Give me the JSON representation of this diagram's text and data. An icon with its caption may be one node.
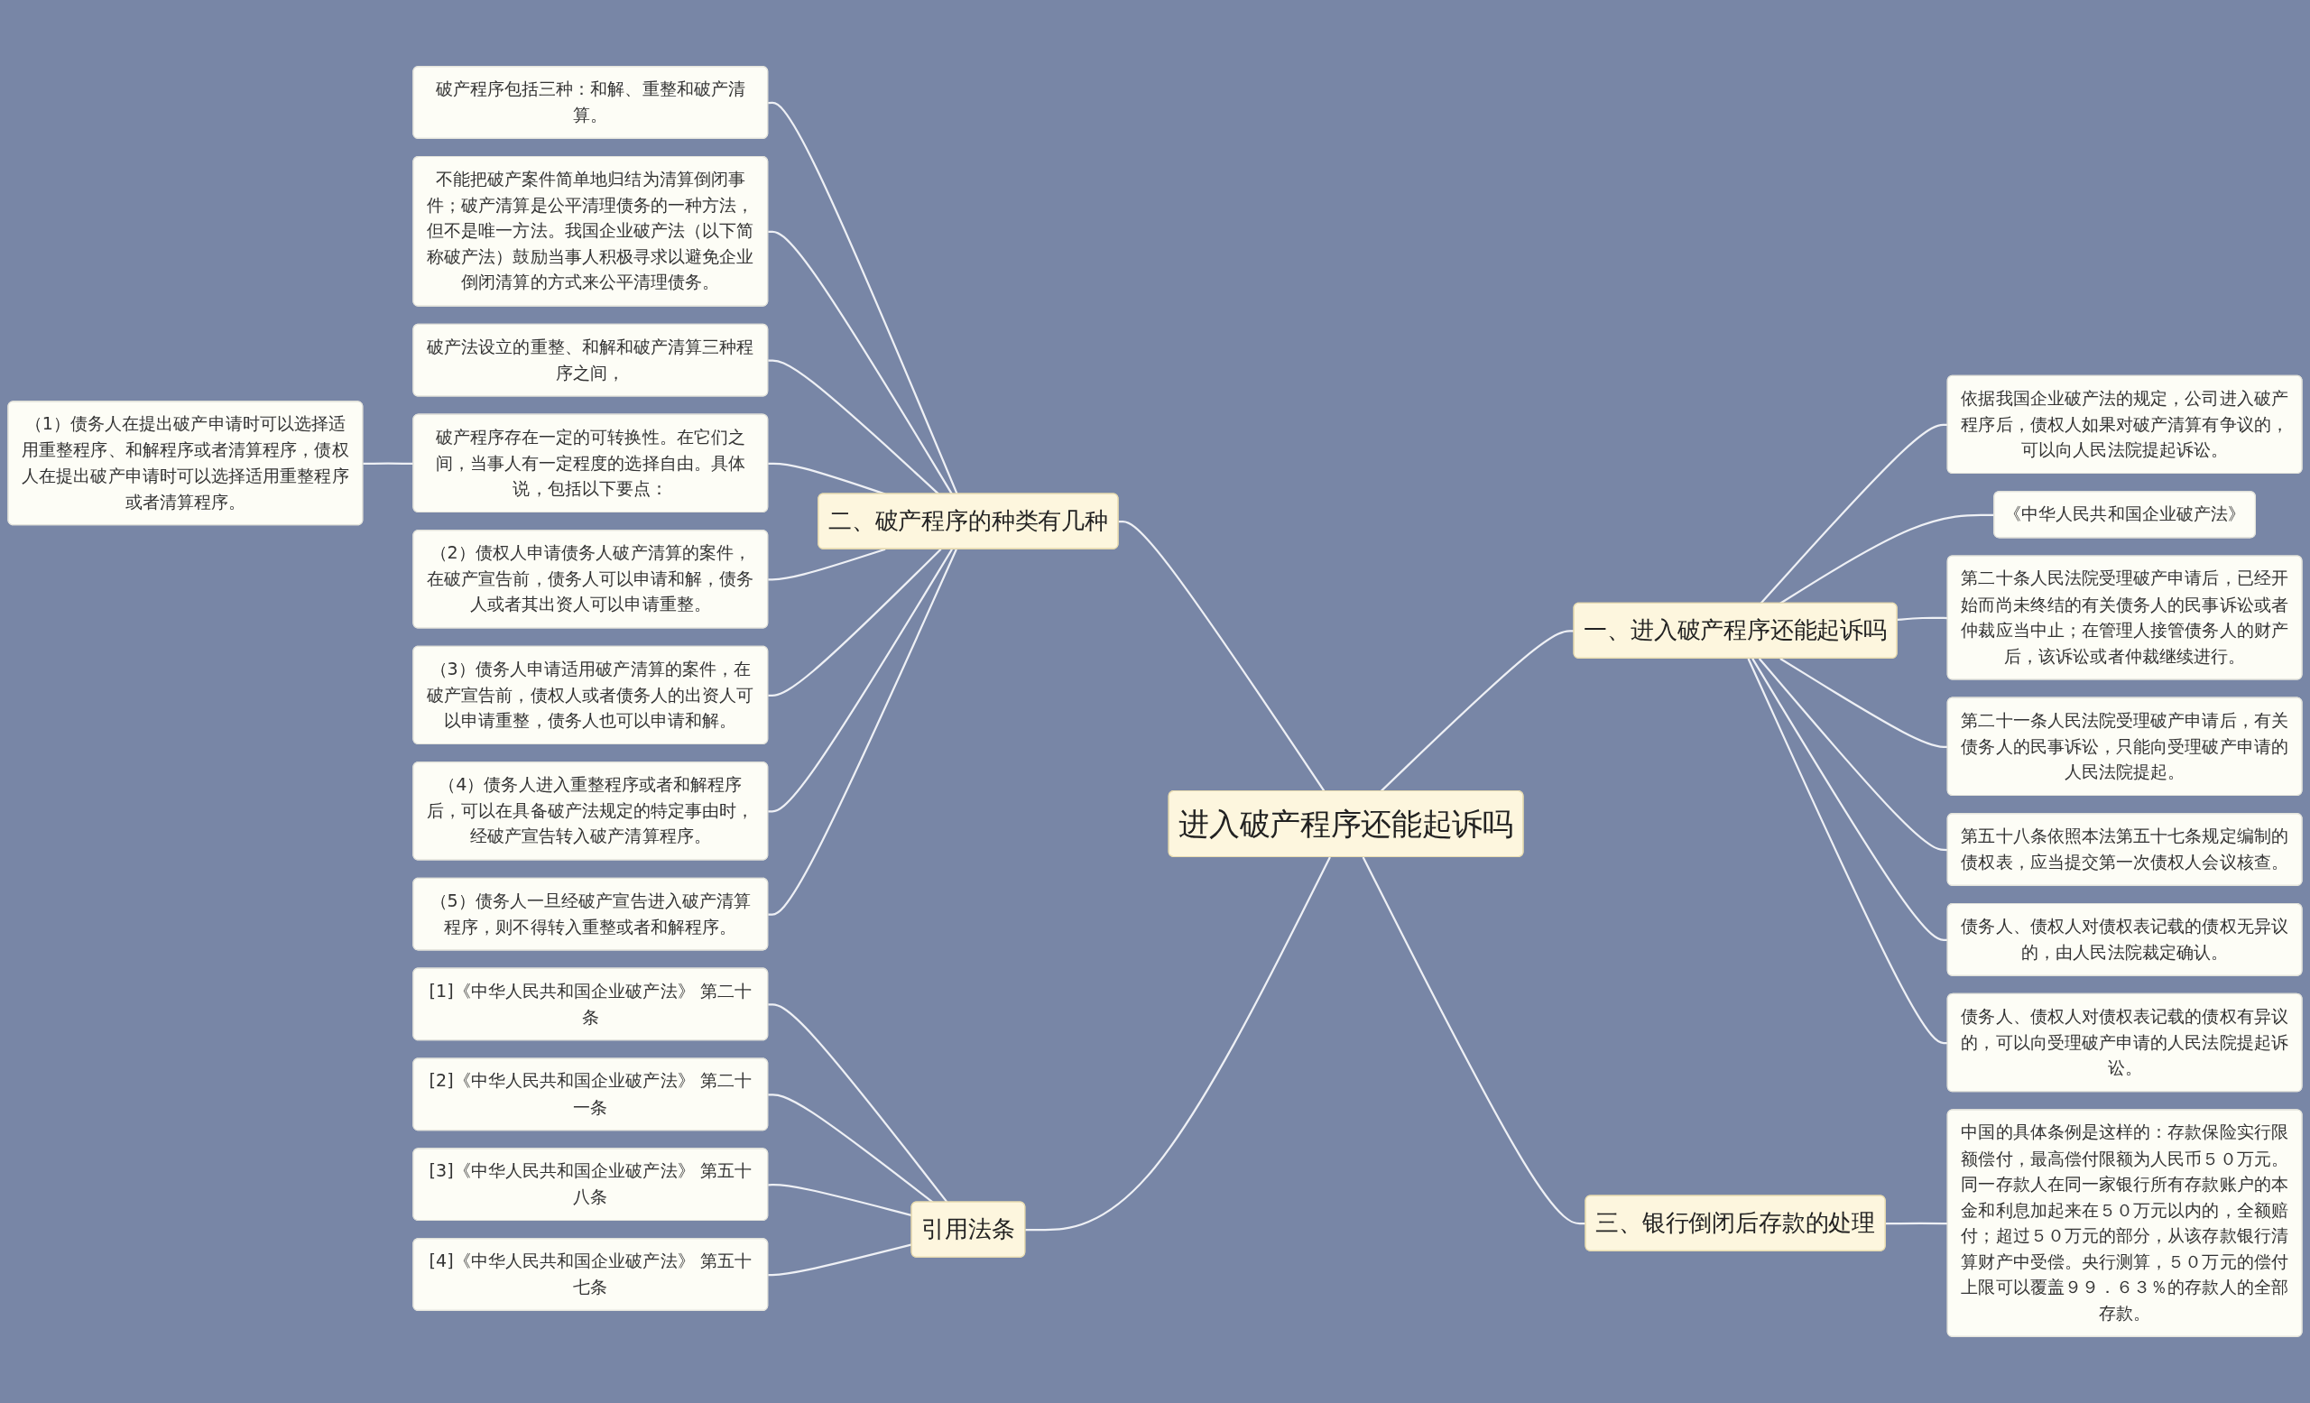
{
  "diagram": {
    "nodes": [
      {
        "text": [
          "进入破产程序还能起诉吗"
        ]
      },
      {
        "text": [
          "二、破产程序的种类有几种"
        ]
      },
      {
        "text": [
          "破产程序包括三种：和解、重整和破产清算。"
        ]
      },
      {
        "text": [
          "不能把破产案件简单地归结为清算倒闭事件；破产清算是公平清理债务的一种方法，但不是唯一方法。我国企业破产法（以下简称破产法）鼓励当事人积极寻求以避免企业倒闭清算的方式来公平清理债务。"
        ]
      },
      {
        "text": [
          "破产法设立的重整、和解和破产清算三种程序之间，"
        ]
      },
      {
        "text": [
          "破产程序存在一定的可转换性。在它们之间，当事人有一定程度的选择自由。具体说，包括以下要点："
        ]
      },
      {
        "text": [
          "（1）债务人在提出破产申请时可以选择适用重整程序、和解程序或者清算程序，债权人在提出破产申请时可以选择适用重整程序或者清算程序。"
        ]
      },
      {
        "text": [
          "（2）债权人申请债务人破产清算的案件，在破产宣告前，债务人可以申请和解，债务人或者其出资人可以申请重整。"
        ]
      },
      {
        "text": [
          "（3）债务人申请适用破产清算的案件，在破产宣告前，债权人或者债务人的出资人可以申请重整，债务人也可以申请和解。"
        ]
      },
      {
        "text": [
          "（4）债务人进入重整程序或者和解程序后，可以在具备破产法规定的特定事由时，经破产宣告转入破产清算程序。"
        ]
      },
      {
        "text": [
          "（5）债务人一旦经破产宣告进入破产清算程序，则不得转入重整或者和解程序。"
        ]
      },
      {
        "text": [
          "引用法条"
        ]
      },
      {
        "text": [
          "[1]《中华人民共和国企业破产法》 第二十条"
        ]
      },
      {
        "text": [
          "[2]《中华人民共和国企业破产法》 第二十一条"
        ]
      },
      {
        "text": [
          "[3]《中华人民共和国企业破产法》 第五十八条"
        ]
      },
      {
        "text": [
          "[4]《中华人民共和国企业破产法》 第五十七条"
        ]
      },
      {
        "text": [
          "一、进入破产程序还能起诉吗"
        ]
      },
      {
        "text": [
          "依据我国企业破产法的规定，公司进入破产程序后，债权人如果对破产清算有争议的，可以向人民法院提起诉讼。"
        ]
      },
      {
        "text": [
          "《中华人民共和国企业破产法》"
        ]
      },
      {
        "text": [
          "第二十条人民法院受理破产申请后，已经开始而尚未终结的有关债务人的民事诉讼或者仲裁应当中止；在管理人接管债务人的财产后，该诉讼或者仲裁继续进行。"
        ]
      },
      {
        "text": [
          "第二十一条人民法院受理破产申请后，有关债务人的民事诉讼，只能向受理破产申请的人民法院提起。"
        ]
      },
      {
        "text": [
          "第五十八条依照本法第五十七条规定编制的债权表，应当提交第一次债权人会议核查。"
        ]
      },
      {
        "text": [
          "债务人、债权人对债权表记载的债权无异议的，由人民法院裁定确认。"
        ]
      },
      {
        "text": [
          "债务人、债权人对债权表记载的债权有异议的，可以向受理破产申请的人民法院提起诉讼。"
        ]
      },
      {
        "text": [
          "三、银行倒闭后存款的处理"
        ]
      },
      {
        "text": [
          "中国的具体条例是这样的：存款保险实行限额偿付，最高偿付限额为人民币５０万元。同一存款人在同一家银行所有存款账户的本金和利息加起来在５０万元以内的，全额赔付；超过５０万元的部分，从该存款银行清算财产中受偿。央行测算，５０万元的偿付上限可以覆盖９９．６３％的存款人的全部存款。"
        ]
      }
    ],
    "edges": [
      {
        "from": 0,
        "to": 1,
        "arrow": "none"
      },
      {
        "from": 1,
        "to": 2,
        "arrow": "none"
      },
      {
        "from": 1,
        "to": 3,
        "arrow": "none"
      },
      {
        "from": 1,
        "to": 4,
        "arrow": "none"
      },
      {
        "from": 1,
        "to": 5,
        "arrow": "none"
      },
      {
        "from": 5,
        "to": 6,
        "arrow": "none"
      },
      {
        "from": 1,
        "to": 7,
        "arrow": "none"
      },
      {
        "from": 1,
        "to": 8,
        "arrow": "none"
      },
      {
        "from": 1,
        "to": 9,
        "arrow": "none"
      },
      {
        "from": 1,
        "to": 10,
        "arrow": "none"
      },
      {
        "from": 0,
        "to": 11,
        "arrow": "none"
      },
      {
        "from": 11,
        "to": 12,
        "arrow": "none"
      },
      {
        "from": 11,
        "to": 13,
        "arrow": "none"
      },
      {
        "from": 11,
        "to": 14,
        "arrow": "none"
      },
      {
        "from": 11,
        "to": 15,
        "arrow": "none"
      },
      {
        "from": 0,
        "to": 16,
        "arrow": "none"
      },
      {
        "from": 16,
        "to": 17,
        "arrow": "none"
      },
      {
        "from": 16,
        "to": 18,
        "arrow": "none"
      },
      {
        "from": 16,
        "to": 19,
        "arrow": "none"
      },
      {
        "from": 16,
        "to": 20,
        "arrow": "none"
      },
      {
        "from": 16,
        "to": 21,
        "arrow": "none"
      },
      {
        "from": 16,
        "to": 22,
        "arrow": "none"
      },
      {
        "from": 16,
        "to": 23,
        "arrow": "none"
      },
      {
        "from": 0,
        "to": 24,
        "arrow": "none"
      },
      {
        "from": 24,
        "to": 25,
        "arrow": "none"
      }
    ]
  }
}
